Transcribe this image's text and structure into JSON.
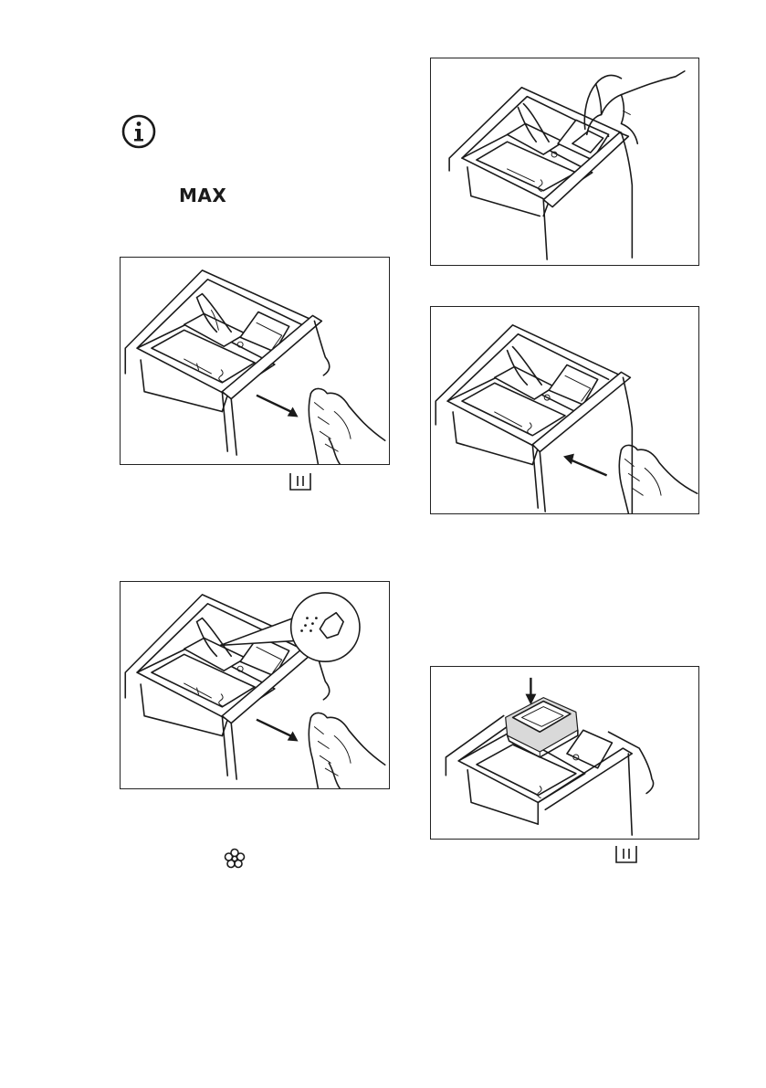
{
  "labels": {
    "max": "MAX",
    "main_wash_symbol": "III"
  },
  "icons": {
    "info": "info-icon",
    "main_wash": "main-wash-compartment-icon",
    "softener": "flower-softener-icon"
  },
  "illustrations": [
    "drawer-pull-out-illustration",
    "powder-detergent-illustration",
    "flap-adjust-illustration",
    "drawer-push-in-illustration",
    "liquid-container-insert-illustration"
  ]
}
